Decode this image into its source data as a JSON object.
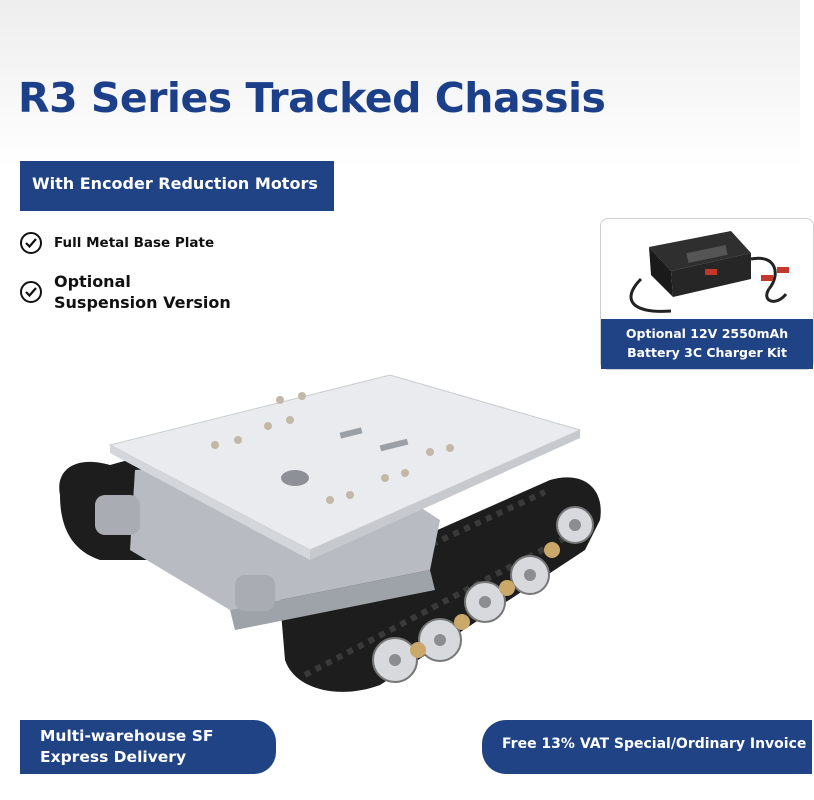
{
  "title": "R3 Series Tracked Chassis",
  "banner": {
    "encoder": "With Encoder Reduction Motors"
  },
  "features": [
    {
      "icon": "check-circle-icon",
      "text": "Full Metal Base Plate"
    },
    {
      "icon": "check-circle-icon",
      "lines": [
        "Optional",
        "Suspension Version"
      ]
    }
  ],
  "battery": {
    "caption_lines": [
      "Optional 12V 2550mAh",
      "Battery 3C Charger Kit"
    ]
  },
  "delivery": {
    "lines": [
      "Multi-warehouse SF",
      "Express Delivery"
    ]
  },
  "invoice": {
    "text": "Free 13% VAT Special/Ordinary Invoice"
  },
  "colors": {
    "brand_blue": "#1f4384",
    "title_blue": "#1c3f8a"
  }
}
